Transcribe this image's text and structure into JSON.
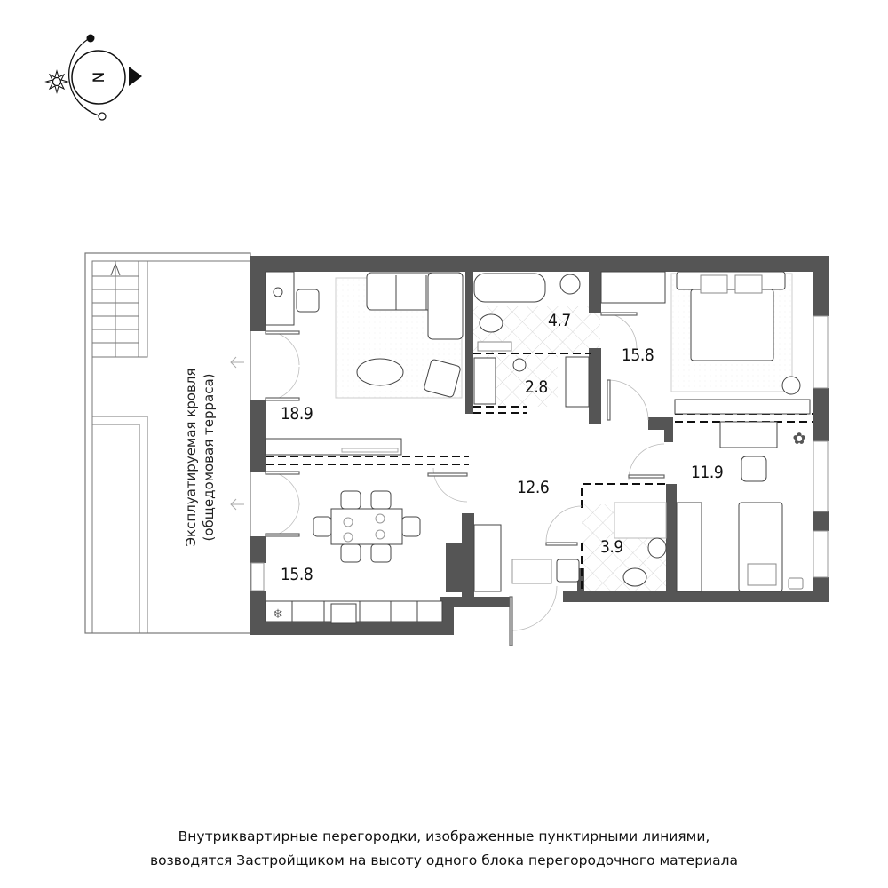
{
  "compass": {
    "north_label": "N",
    "icons": [
      "sun-icon",
      "north-arrow-icon",
      "sun-path-arc"
    ]
  },
  "terrace": {
    "line1": "Эксплуатируемая кровля",
    "line2": "(общедомовая терраса)"
  },
  "rooms": [
    {
      "id": "living",
      "area": "18.9"
    },
    {
      "id": "kitchen-dining",
      "area": "15.8"
    },
    {
      "id": "hall",
      "area": "12.6"
    },
    {
      "id": "bathroom",
      "area": "4.7"
    },
    {
      "id": "wc",
      "area": "2.8"
    },
    {
      "id": "bedroom-master",
      "area": "15.8"
    },
    {
      "id": "bedroom-child",
      "area": "11.9"
    },
    {
      "id": "shower-room",
      "area": "3.9"
    }
  ],
  "footnote": {
    "line1": "Внутриквартирные перегородки, изображенные пунктирными линиями,",
    "line2": "возводятся Застройщиком на высоту одного блока перегородочного материала"
  },
  "colors": {
    "wall": "#555555",
    "line": "#333333",
    "light_line": "#bbbbbb",
    "background": "#ffffff"
  }
}
